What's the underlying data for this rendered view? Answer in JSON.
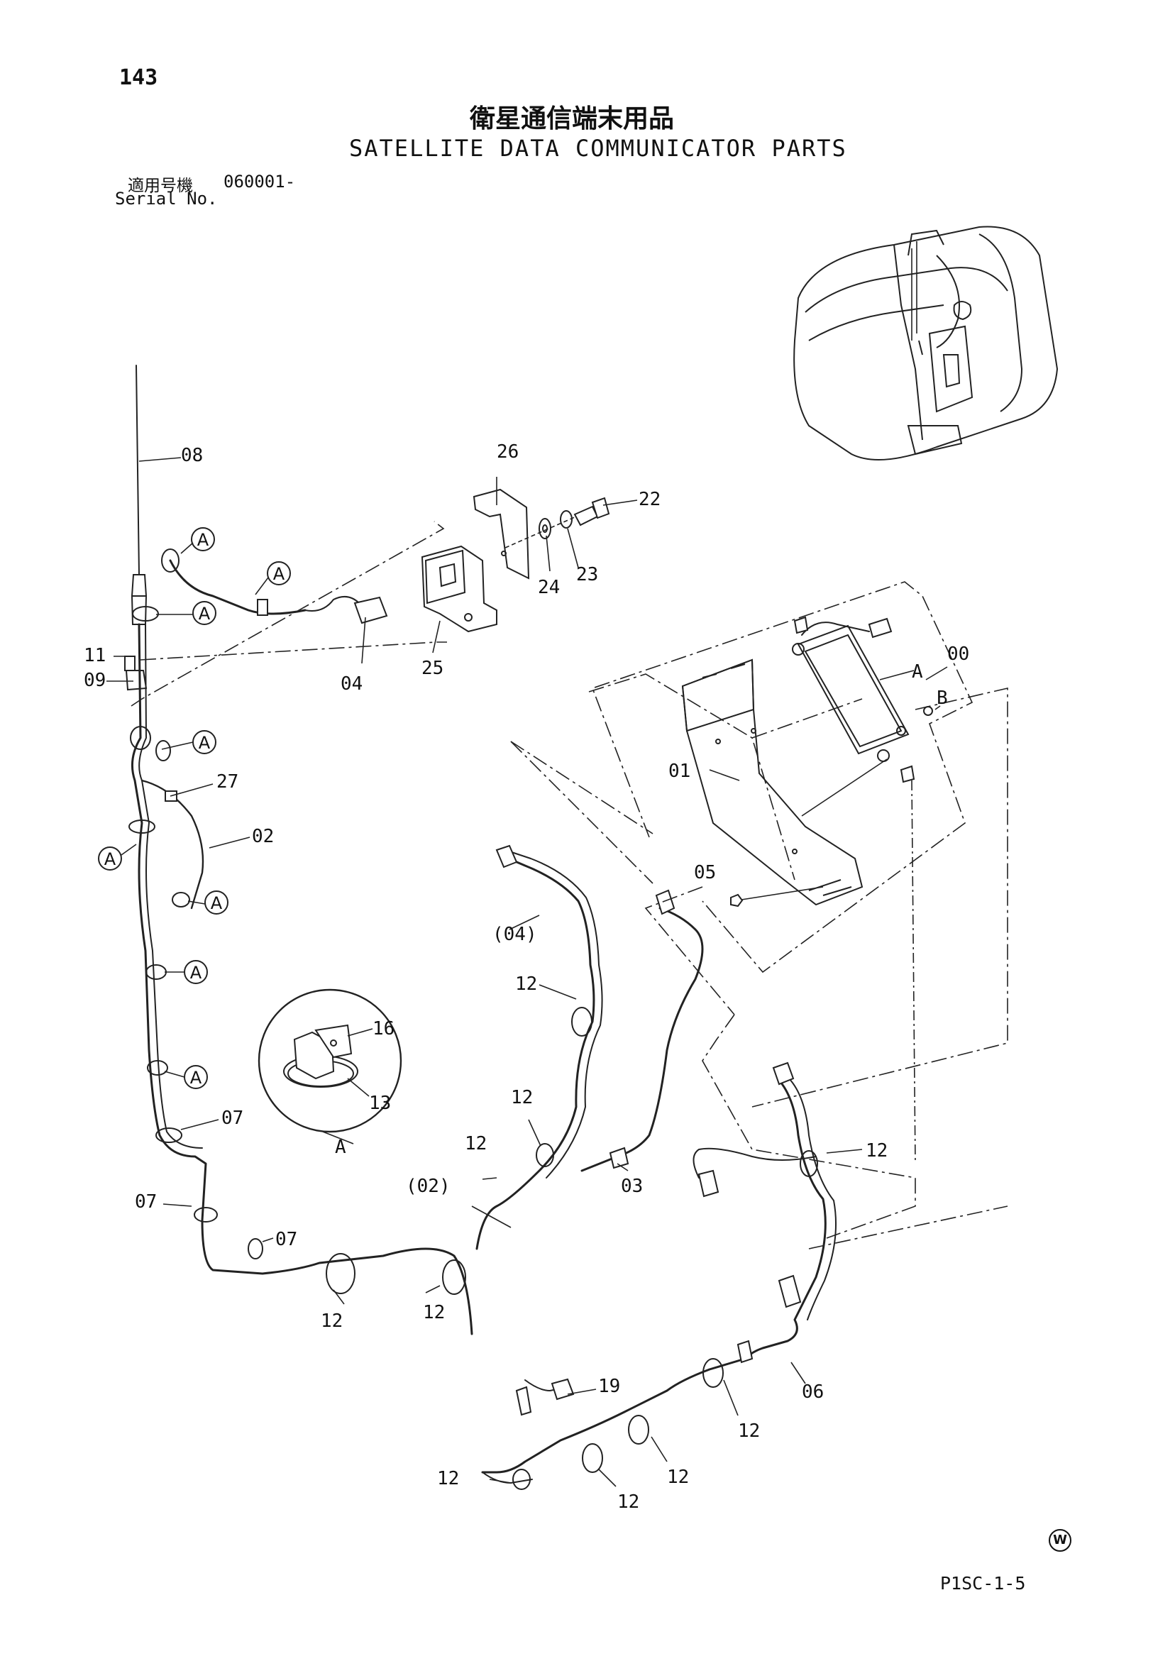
{
  "header": {
    "page_number": "143",
    "title_jp": "衛星通信端末用品",
    "title_en": "SATELLITE DATA COMMUNICATOR PARTS",
    "serial_label_jp": "適用号機",
    "serial_value": "060001-",
    "serial_label_en": "Serial No."
  },
  "callouts": {
    "p00": "00",
    "p01": "01",
    "p02": "02",
    "p02_paren": "(02)",
    "p03": "03",
    "p04": "04",
    "p04_paren": "(04)",
    "p05": "05",
    "p06": "06",
    "p07": "07",
    "p08": "08",
    "p09": "09",
    "p11": "11",
    "p12": "12",
    "p13": "13",
    "p16": "16",
    "p19": "19",
    "p22": "22",
    "p23": "23",
    "p24": "24",
    "p25": "25",
    "p26": "26",
    "p27": "27",
    "ref_a": "A",
    "ref_b": "B",
    "detail_a": "A"
  },
  "footer": {
    "drawing_code": "P1SC-1-5",
    "mark": "W"
  }
}
